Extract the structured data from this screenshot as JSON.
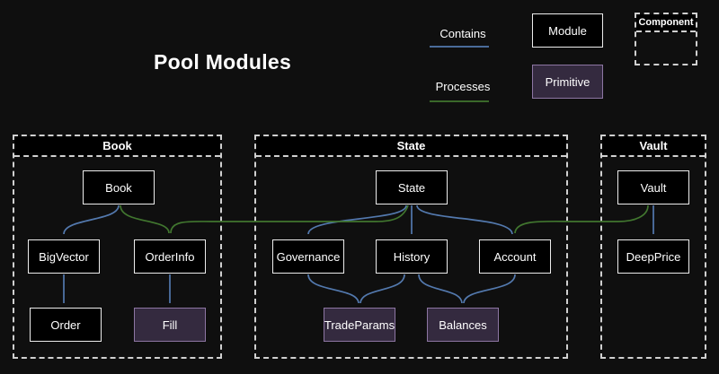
{
  "title": "Pool Modules",
  "legend": {
    "contains": "Contains",
    "processes": "Processes",
    "module": "Module",
    "primitive": "Primitive",
    "component": "Component"
  },
  "colors": {
    "background": "#0f0f0f",
    "contains_arrow": "#5379ae",
    "processes_arrow": "#41762f",
    "module_fill": "#000000",
    "module_border": "#ededed",
    "primitive_fill": "#342a3f",
    "primitive_border": "#8d76a3",
    "container_dash": "#d0d0d0"
  },
  "containers": [
    {
      "label": "Book",
      "nodes": [
        {
          "label": "Book",
          "type": "module"
        },
        {
          "label": "BigVector",
          "type": "module"
        },
        {
          "label": "OrderInfo",
          "type": "module"
        },
        {
          "label": "Order",
          "type": "module"
        },
        {
          "label": "Fill",
          "type": "primitive"
        }
      ]
    },
    {
      "label": "State",
      "nodes": [
        {
          "label": "State",
          "type": "module"
        },
        {
          "label": "Governance",
          "type": "module"
        },
        {
          "label": "History",
          "type": "module"
        },
        {
          "label": "Account",
          "type": "module"
        },
        {
          "label": "TradeParams",
          "type": "primitive"
        },
        {
          "label": "Balances",
          "type": "primitive"
        }
      ]
    },
    {
      "label": "Vault",
      "nodes": [
        {
          "label": "Vault",
          "type": "module"
        },
        {
          "label": "DeepPrice",
          "type": "module"
        }
      ]
    }
  ],
  "edges": {
    "contains": [
      {
        "from": "Book",
        "to": "BigVector"
      },
      {
        "from": "BigVector",
        "to": "Order"
      },
      {
        "from": "OrderInfo",
        "to": "Fill"
      },
      {
        "from": "State",
        "to": "Governance"
      },
      {
        "from": "State",
        "to": "History"
      },
      {
        "from": "State",
        "to": "Account"
      },
      {
        "from": "Governance",
        "to": "TradeParams"
      },
      {
        "from": "History",
        "to": "TradeParams"
      },
      {
        "from": "History",
        "to": "Balances"
      },
      {
        "from": "Account",
        "to": "Balances"
      },
      {
        "from": "Vault",
        "to": "DeepPrice"
      }
    ],
    "processes": [
      {
        "from": "Book",
        "to": "OrderInfo"
      },
      {
        "from": "State",
        "to": "OrderInfo"
      },
      {
        "from": "Vault",
        "to": "Account"
      }
    ]
  }
}
